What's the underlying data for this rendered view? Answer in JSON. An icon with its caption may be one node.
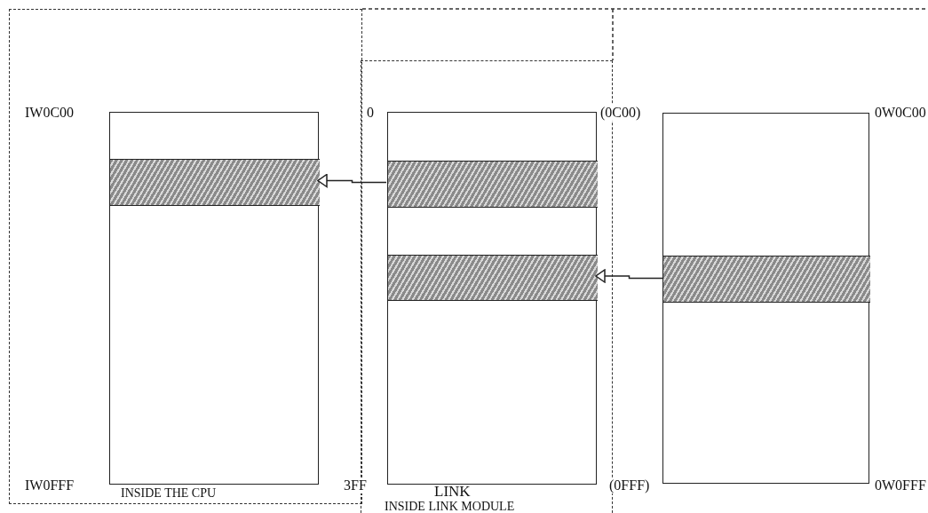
{
  "diagram": {
    "nodes": [
      {
        "text": [
          "INSIDE THE CPU"
        ]
      },
      {
        "text": [],
        "shape": "box",
        "in": 0,
        "beside": [
          "IW0C00",
          "IW0FFF"
        ]
      },
      {
        "text": [],
        "shape": "bar",
        "in": 1
      },
      {
        "text": [
          "LINK",
          "INSIDE LINK MODULE"
        ]
      },
      {
        "text": [],
        "shape": "box",
        "in": 3,
        "beside": [
          "0",
          "3FF",
          "(0C00)",
          "(0FFF)"
        ]
      },
      {
        "text": [],
        "shape": "bar",
        "in": 4
      },
      {
        "text": [],
        "shape": "bar",
        "in": 4
      },
      {
        "text": [],
        "shape": "box",
        "beside": [
          "0W0C00",
          "0W0FFF"
        ]
      },
      {
        "text": [],
        "shape": "bar",
        "in": 7
      }
    ],
    "edges": [
      {
        "from": 5,
        "to": 2,
        "arrow": "to"
      },
      {
        "from": 8,
        "to": 6,
        "arrow": "to"
      }
    ]
  }
}
